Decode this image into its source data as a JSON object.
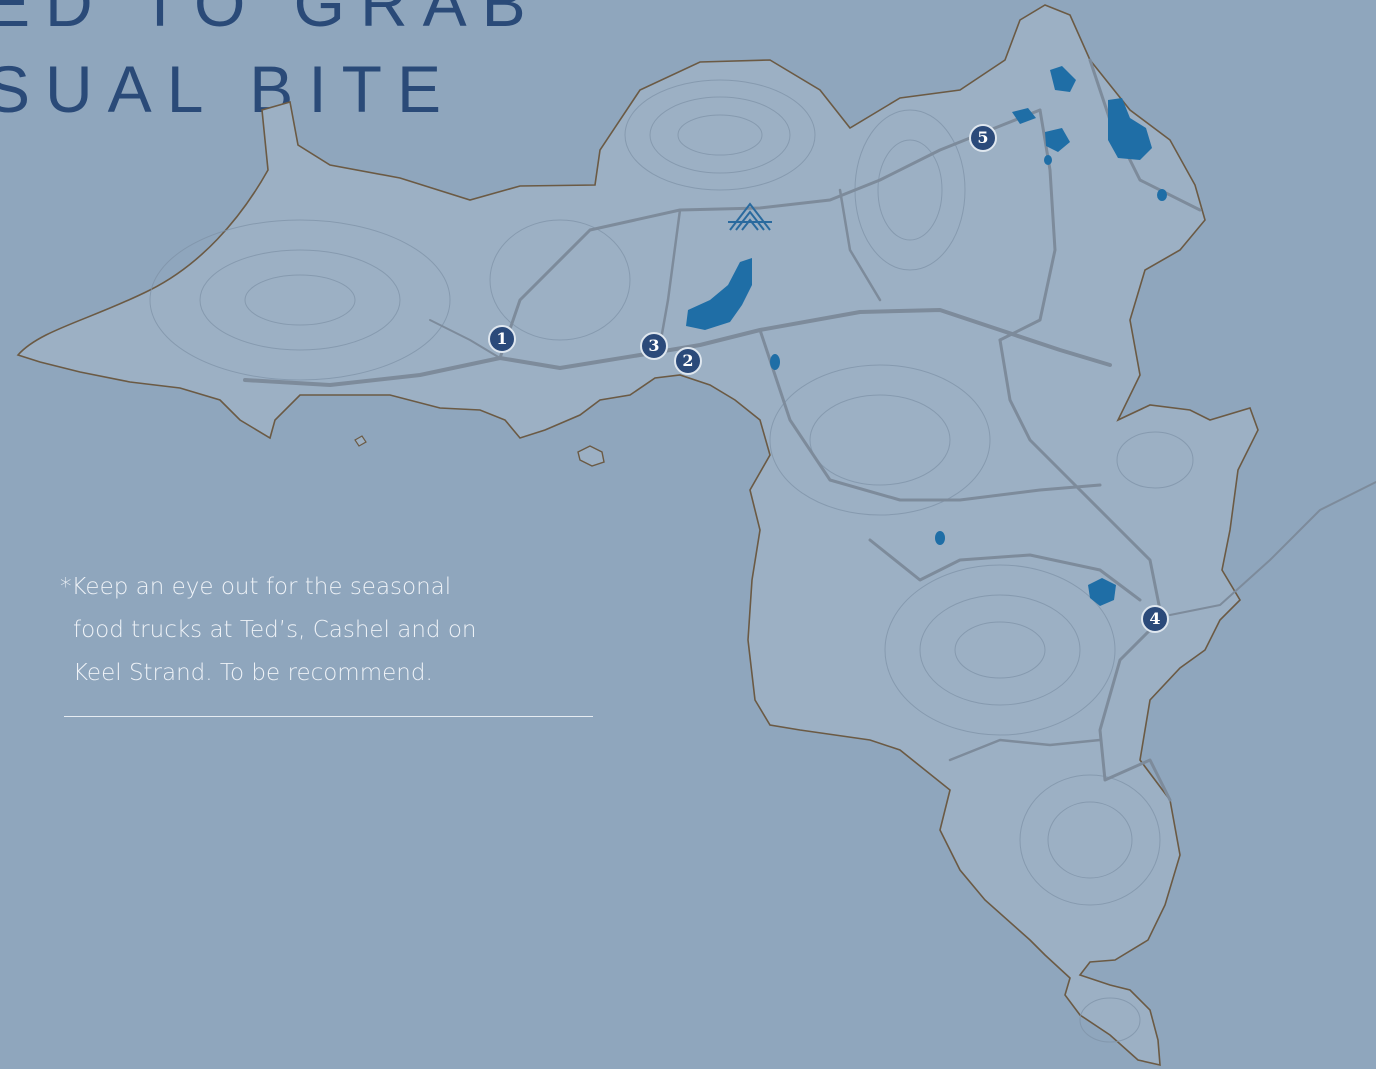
{
  "heading": {
    "line1": "ED TO GRAB",
    "line2": "SUAL BITE"
  },
  "note": {
    "line1": "*Keep an eye out for the seasonal",
    "line2": "food trucks at Ted’s, Cashel and on",
    "line3": "Keel Strand. To be recommend."
  },
  "markers": [
    {
      "id": "1",
      "label": "1"
    },
    {
      "id": "2",
      "label": "2"
    },
    {
      "id": "3",
      "label": "3"
    },
    {
      "id": "4",
      "label": "4"
    },
    {
      "id": "5",
      "label": "5"
    }
  ],
  "colors": {
    "background": "#8fa6bd",
    "land": "#9cb0c4",
    "coastline": "#6b5a44",
    "road": "#7d8b9b",
    "lake": "#1f6ea6",
    "marker": "#2b4a7a",
    "heading": "#2a4a78"
  },
  "icons": {
    "logo": "mountain-logo-icon"
  }
}
